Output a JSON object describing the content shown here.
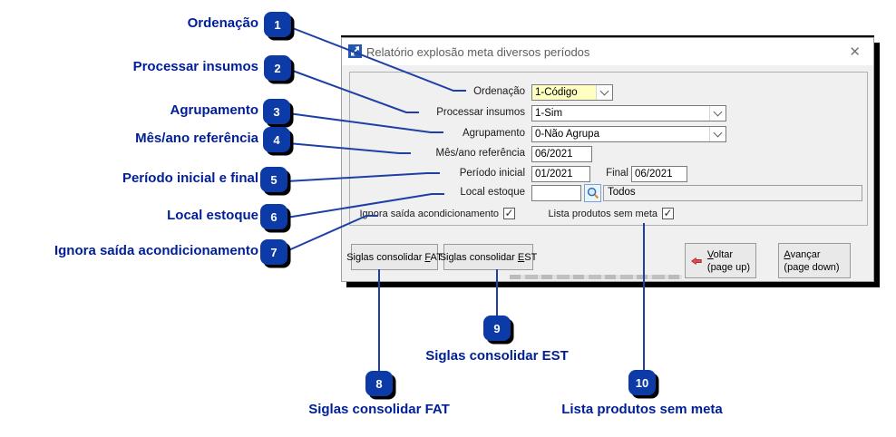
{
  "annotations": {
    "accent_color": "#0c3aa6",
    "text_color": "#001e96",
    "items": [
      {
        "number": "1",
        "label": "Ordenação"
      },
      {
        "number": "2",
        "label": "Processar insumos"
      },
      {
        "number": "3",
        "label": "Agrupamento"
      },
      {
        "number": "4",
        "label": "Mês/ano referência"
      },
      {
        "number": "5",
        "label": "Período inicial e final"
      },
      {
        "number": "6",
        "label": "Local estoque"
      },
      {
        "number": "7",
        "label": "Ignora saída acondicionamento"
      },
      {
        "number": "8",
        "label": "Siglas consolidar FAT"
      },
      {
        "number": "9",
        "label": "Siglas consolidar EST"
      },
      {
        "number": "10",
        "label": "Lista produtos sem meta"
      }
    ]
  },
  "dialog": {
    "title": "Relatório explosão meta diversos períodos",
    "close_glyph": "✕",
    "check_glyph": "✓",
    "fields": {
      "ordenacao": {
        "label": "Ordenação",
        "value": "1-Código",
        "highlight_color": "#ffffc2"
      },
      "processar_insumos": {
        "label": "Processar insumos",
        "value": "1-Sim"
      },
      "agrupamento": {
        "label": "Agrupamento",
        "value": "0-Não Agrupa"
      },
      "mes_ano_referencia": {
        "label": "Mês/ano referência",
        "value": "06/2021"
      },
      "periodo_inicial": {
        "label": "Período inicial",
        "value": "01/2021"
      },
      "final": {
        "label": "Final",
        "value": "06/2021"
      },
      "local_estoque": {
        "label": "Local estoque",
        "value": "",
        "description": "Todos"
      },
      "ignora_saida": {
        "label": "Ignora saída acondicionamento",
        "checked": true
      },
      "lista_produtos": {
        "label": "Lista produtos sem meta",
        "checked": true
      }
    },
    "buttons": {
      "fat": {
        "pre": "Siglas consolidar ",
        "mnemonic": "F",
        "post": "AT"
      },
      "est": {
        "pre": "Siglas consolidar ",
        "mnemonic": "E",
        "post": "ST"
      },
      "voltar": {
        "mnemonic": "V",
        "rest": "oltar",
        "sub": "(page up)",
        "arrow_color": "#e14b4b"
      },
      "avancar": {
        "mnemonic": "A",
        "rest": "vançar",
        "sub": "(page down)",
        "arrow_color": "#6ed13e"
      }
    }
  }
}
